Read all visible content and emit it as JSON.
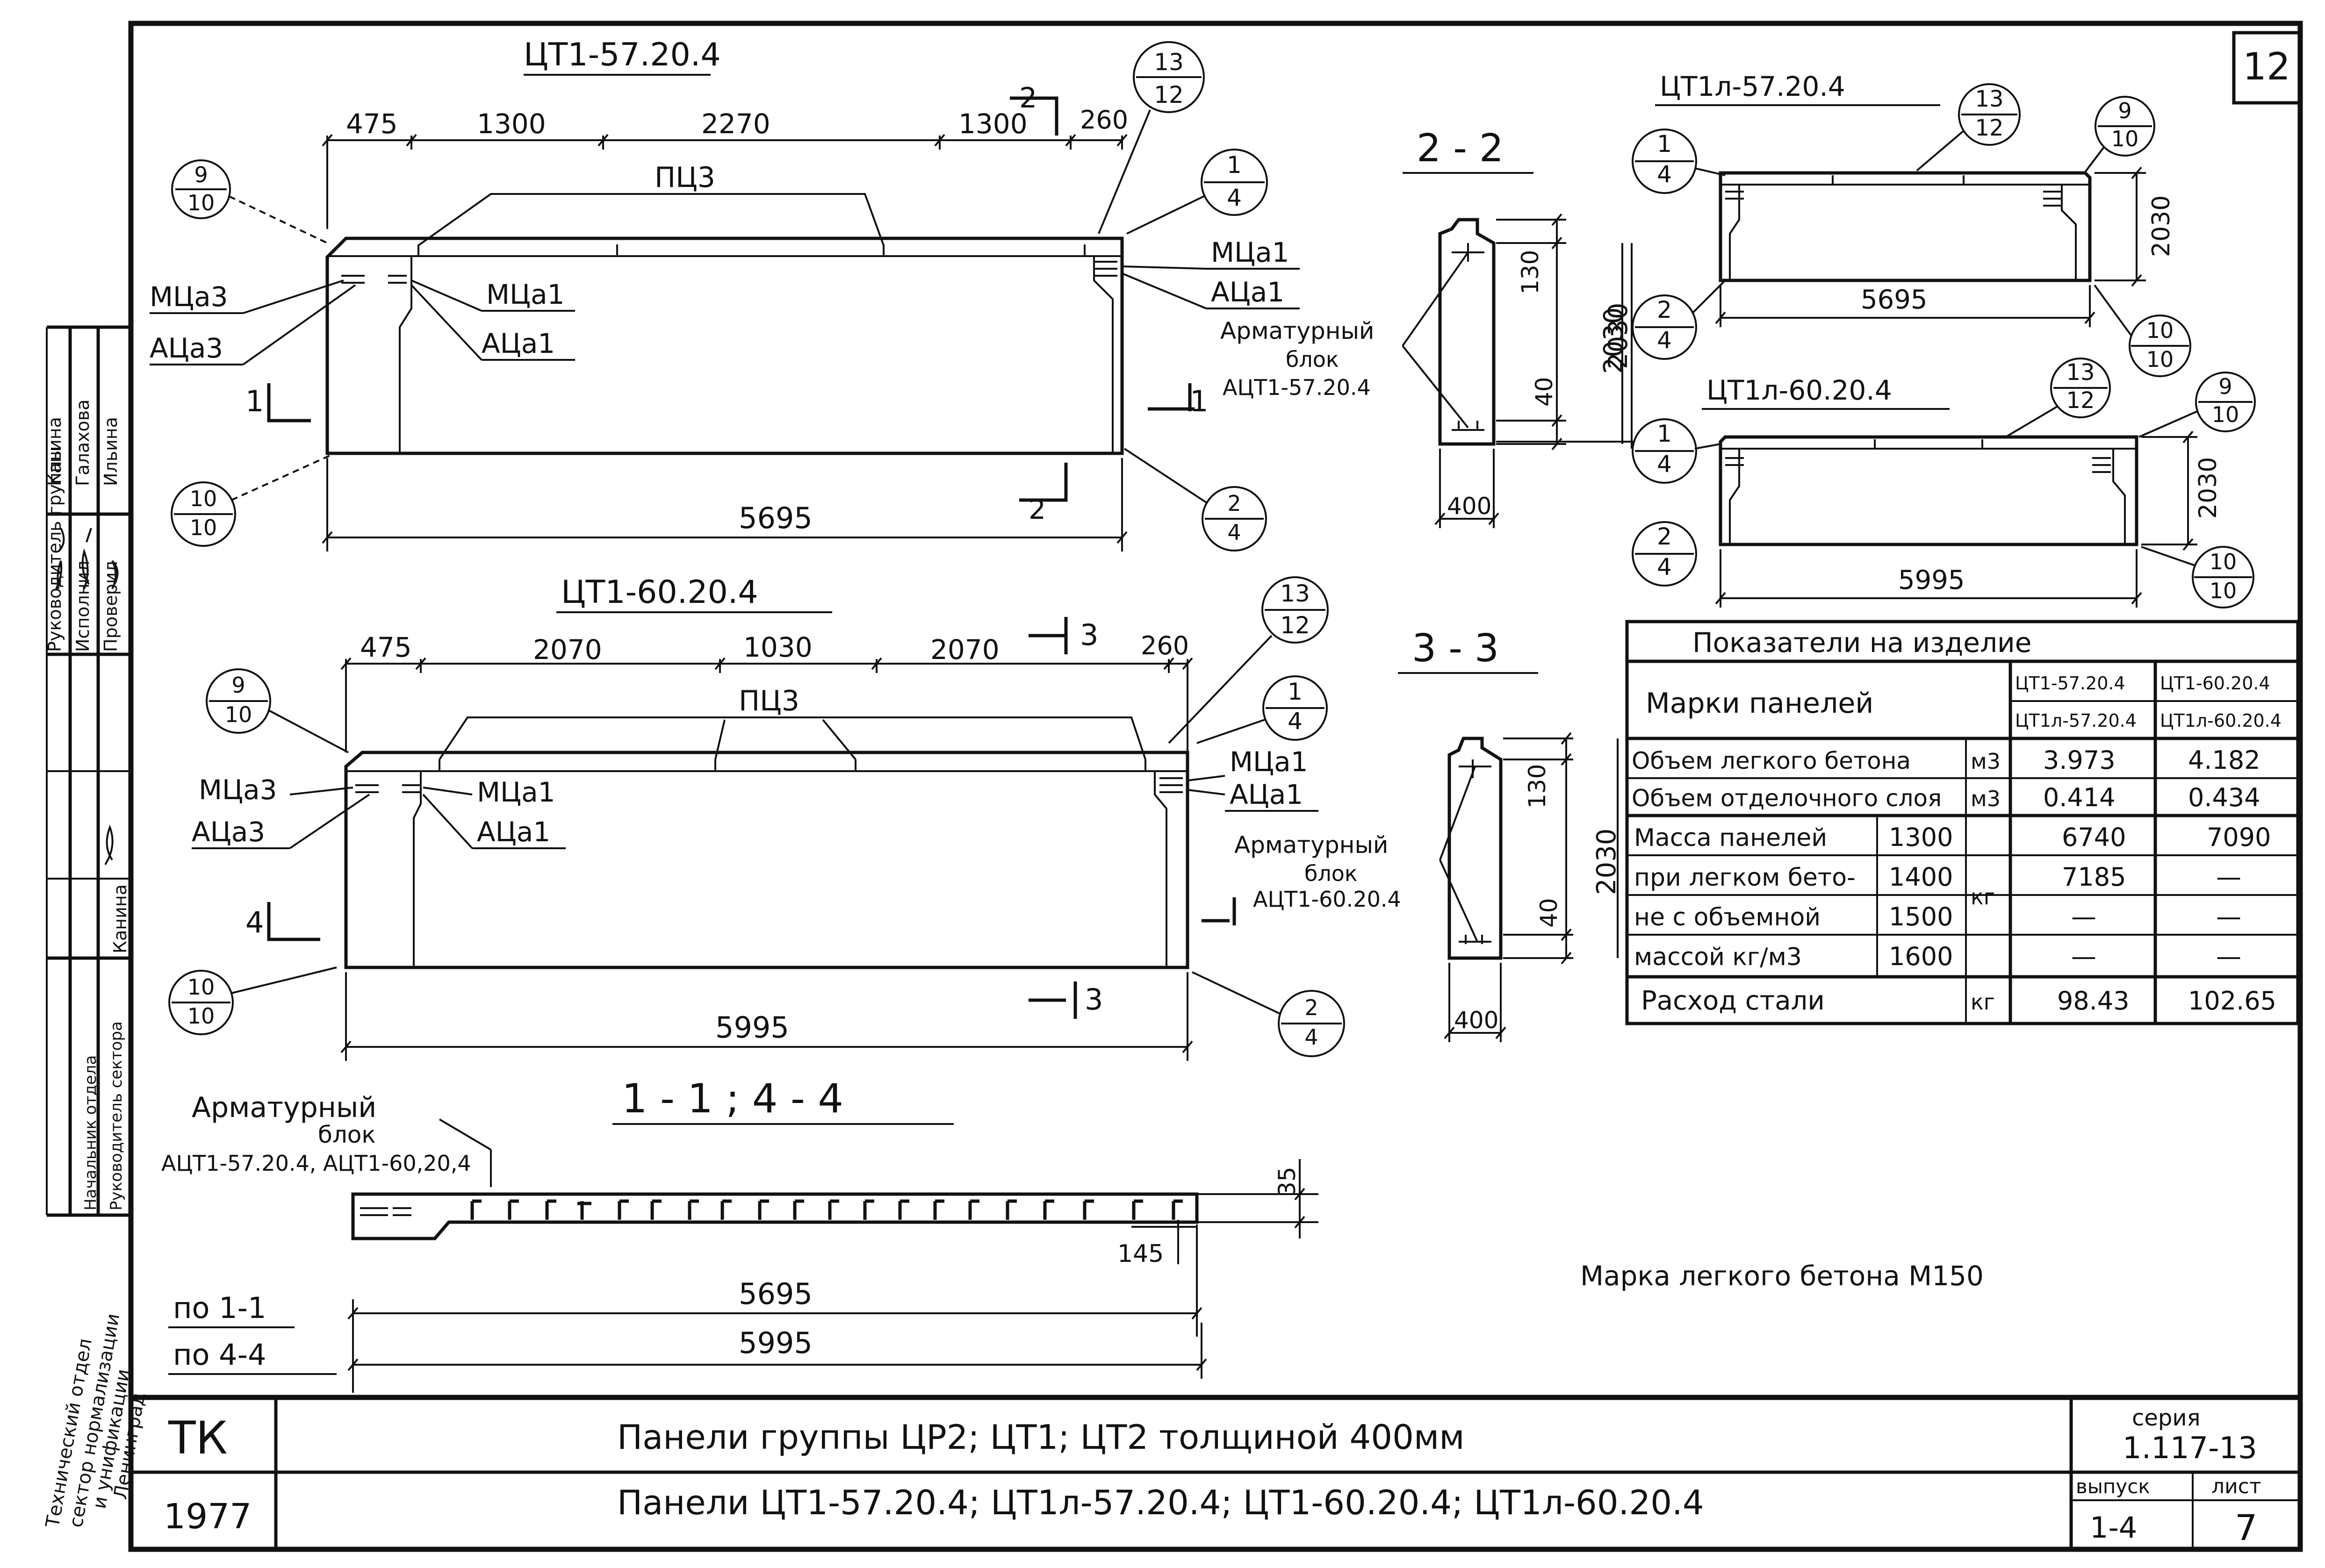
{
  "sheet_number": "12",
  "side_stamp": {
    "rows": [
      {
        "role": "Руководитель группы",
        "name": "Канина"
      },
      {
        "role": "Исполнил",
        "name": "Галахова"
      },
      {
        "role": "Проверил",
        "name": "Ильина"
      }
    ],
    "row2": {
      "role": "Начальник отдела",
      "name": "Канина"
    },
    "row3": "Руководитель сектора",
    "org": [
      "Технический отдел",
      "сектор нормализации",
      "и унификации",
      "Ленинград"
    ]
  },
  "view1": {
    "title": "ЦТ1-57.20.4",
    "dims_top": [
      "475",
      "1300",
      "2270",
      "1300",
      "260"
    ],
    "overall": "5695",
    "pts": "ПЦ3",
    "labels_left": [
      "МЦа3",
      "АЦа3"
    ],
    "labels_inner": [
      "МЦа1",
      "АЦа1"
    ],
    "labels_right": [
      "МЦа1",
      "АЦа1"
    ],
    "block_label": [
      "Арматурный",
      "блок",
      "АЦТ1-57.20.4"
    ],
    "callouts": [
      {
        "top": "9",
        "bottom": "10"
      },
      {
        "top": "13",
        "bottom": "12"
      },
      {
        "top": "1",
        "bottom": "4"
      },
      {
        "top": "10",
        "bottom": "10"
      },
      {
        "top": "2",
        "bottom": "4"
      }
    ],
    "section_marks": [
      "1",
      "2",
      "2"
    ]
  },
  "view2": {
    "title": "ЦТ1-60.20.4",
    "dims_top": [
      "475",
      "2070",
      "1030",
      "2070",
      "260"
    ],
    "overall": "5995",
    "pts": "ПЦ3",
    "labels_left": [
      "МЦа3",
      "АЦа3"
    ],
    "labels_inner": [
      "МЦа1",
      "АЦа1"
    ],
    "labels_right": [
      "МЦа1",
      "АЦа1"
    ],
    "block_label": [
      "Арматурный",
      "блок",
      "АЦТ1-60.20.4"
    ],
    "callouts": [
      {
        "top": "9",
        "bottom": "10"
      },
      {
        "top": "13",
        "bottom": "12"
      },
      {
        "top": "1",
        "bottom": "4"
      },
      {
        "top": "10",
        "bottom": "10"
      },
      {
        "top": "2",
        "bottom": "4"
      }
    ],
    "section_marks": [
      "3",
      "3",
      "4"
    ]
  },
  "section22": {
    "title": "2 - 2",
    "dims": [
      "130",
      "2030",
      "40",
      "400"
    ]
  },
  "section33": {
    "title": "3 - 3",
    "dims": [
      "130",
      "2030",
      "40",
      "400"
    ]
  },
  "view3": {
    "title": "ЦТ1л-57.20.4",
    "width": "5695",
    "height": "2030",
    "callouts": [
      {
        "top": "1",
        "bottom": "4"
      },
      {
        "top": "13",
        "bottom": "12"
      },
      {
        "top": "9",
        "bottom": "10"
      },
      {
        "top": "2",
        "bottom": "4"
      },
      {
        "top": "10",
        "bottom": "10"
      }
    ]
  },
  "view4": {
    "title": "ЦТ1л-60.20.4",
    "width": "5995",
    "height": "2030",
    "callouts": [
      {
        "top": "13",
        "bottom": "12"
      },
      {
        "top": "9",
        "bottom": "10"
      },
      {
        "top": "1",
        "bottom": "4"
      },
      {
        "top": "2",
        "bottom": "4"
      },
      {
        "top": "10",
        "bottom": "10"
      }
    ]
  },
  "table": {
    "title": "Показатели на изделие",
    "col_header": "Марки панелей",
    "col1": [
      "ЦТ1-57.20.4",
      "ЦТ1л-57.20.4"
    ],
    "col2": [
      "ЦТ1-60.20.4",
      "ЦТ1л-60.20.4"
    ],
    "rows": [
      {
        "label": "Объем легкого бетона",
        "unit": "м3",
        "v1": "3.973",
        "v2": "4.182"
      },
      {
        "label": "Объем отделочного слоя",
        "unit": "м3",
        "v1": "0.414",
        "v2": "0.434"
      }
    ],
    "mass_labels": [
      "Масса панелей",
      "при легком бето-",
      "не с объемной",
      "массой кг/м3"
    ],
    "mass_unit": "кг",
    "mass_rows": [
      {
        "density": "1300",
        "v1": "6740",
        "v2": "7090"
      },
      {
        "density": "1400",
        "v1": "7185",
        "v2": "—"
      },
      {
        "density": "1500",
        "v1": "—",
        "v2": "—"
      },
      {
        "density": "1600",
        "v1": "—",
        "v2": "—"
      }
    ],
    "steel": {
      "label": "Расход стали",
      "unit": "кг",
      "v1": "98.43",
      "v2": "102.65"
    }
  },
  "section11": {
    "title": "1 - 1 ;  4 - 4",
    "block_label": [
      "Арматурный",
      "блок",
      "АЦТ1-57.20.4, АЦТ1-60,20,4"
    ],
    "dim_35": "35",
    "dim_145": "145",
    "row1_label": "по 1-1",
    "row1_value": "5695",
    "row2_label": "по 4-4",
    "row2_value": "5995"
  },
  "note": "Марка легкого бетона М150",
  "title_block": {
    "tk": "ТК",
    "year": "1977",
    "line1": "Панели группы  ЦР2; ЦТ1; ЦТ2 толщиной 400мм",
    "line2": "Панели ЦТ1-57.20.4; ЦТ1л-57.20.4; ЦТ1-60.20.4; ЦТ1л-60.20.4",
    "series_label": "серия",
    "series": "1.117-13",
    "issue_label": "выпуск",
    "issue": "1-4",
    "sheet_label": "лист",
    "sheet": "7"
  }
}
